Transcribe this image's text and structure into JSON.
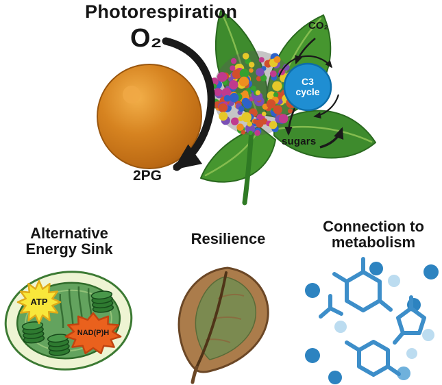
{
  "title": "Photorespiration",
  "diagram": {
    "o2": "O₂",
    "pg": "2PG",
    "co2": "CO₂",
    "c3_line1": "C3",
    "c3_line2": "cycle",
    "sugars": "sugars"
  },
  "panels": {
    "energy": {
      "title": "Alternative\nEnergy Sink",
      "atp": "ATP",
      "nadph": "NAD(P)H"
    },
    "resilience": {
      "title": "Resilience"
    },
    "metabolism": {
      "title": "Connection to\nmetabolism"
    }
  },
  "graphics": {
    "oxygen-sphere": {
      "color": "#d68320"
    },
    "flux-arrow": {
      "color": "#1a1a1a"
    },
    "leaf-cluster": {
      "color": "#3e8b2d"
    },
    "rubisco-protein": {
      "palette": [
        "#d14f2c",
        "#2e62c9",
        "#36a12f",
        "#ef8f1f",
        "#e6c829",
        "#c03a8e",
        "#7a4fb5"
      ]
    },
    "c3-cycle-circle": {
      "color": "#1f8ed2"
    },
    "mitochondrion": {
      "outer": "#eef4d3",
      "inner": "#63a35e"
    },
    "atp-burst": {
      "color": "#f9e73b"
    },
    "nadph-burst": {
      "color": "#ea611d"
    },
    "dried-leaf": {
      "color": "#ab7c4b"
    },
    "metabolite-molecules": {
      "color": "#3d8ec9",
      "sphere_dark": "#2d83c0",
      "sphere_light": "#bcdcf0"
    }
  }
}
